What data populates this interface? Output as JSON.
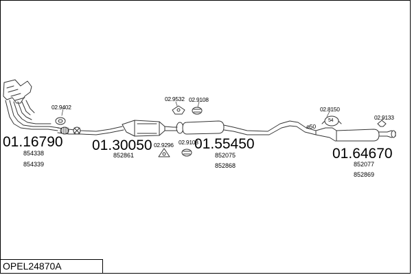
{
  "parts": [
    {
      "id": "part-a",
      "number": "01.16790",
      "codes": [
        "854338",
        "854339"
      ]
    },
    {
      "id": "part-b",
      "number": "01.30050",
      "codes": [
        "852861"
      ]
    },
    {
      "id": "part-c",
      "number": "01.55450",
      "codes": [
        "852075",
        "852868"
      ]
    },
    {
      "id": "part-d",
      "number": "01.64670",
      "codes": [
        "852077",
        "852869"
      ]
    }
  ],
  "clamps": [
    "02.9402",
    "02.9532",
    "02.9108",
    "02.9296",
    "02.9108",
    "02.8150",
    "02.9133"
  ],
  "pipe_diameter": "ø50",
  "clamp_badge": "54",
  "model": "OPEL24870A"
}
